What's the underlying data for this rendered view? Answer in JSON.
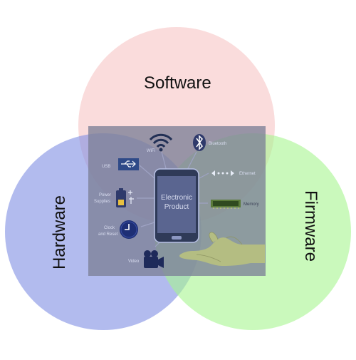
{
  "circles": {
    "software": {
      "label": "Software",
      "color": "#f7c9c9"
    },
    "hardware": {
      "label": "Hardware",
      "color": "#7f8de3"
    },
    "firmware": {
      "label": "Firmware",
      "color": "#a6f590"
    }
  },
  "center_panel": {
    "background": "#7c8097",
    "device_label_line1": "Electronic",
    "device_label_line2": "Product",
    "items": {
      "wifi": "WiFi",
      "bluetooth": "Bluetooth",
      "usb": "USB",
      "ethernet": "Ethernet",
      "power_line1": "Power",
      "power_line2": "Supplies",
      "memory": "Memory",
      "clock_line1": "Clock",
      "clock_line2": "and Reset",
      "video": "Video"
    },
    "icons": [
      "wifi-icon",
      "bluetooth-icon",
      "usb-icon",
      "ethernet-icon",
      "battery-icon",
      "memory-icon",
      "clock-icon",
      "video-camera-icon",
      "smartphone-icon",
      "hand-icon"
    ]
  }
}
